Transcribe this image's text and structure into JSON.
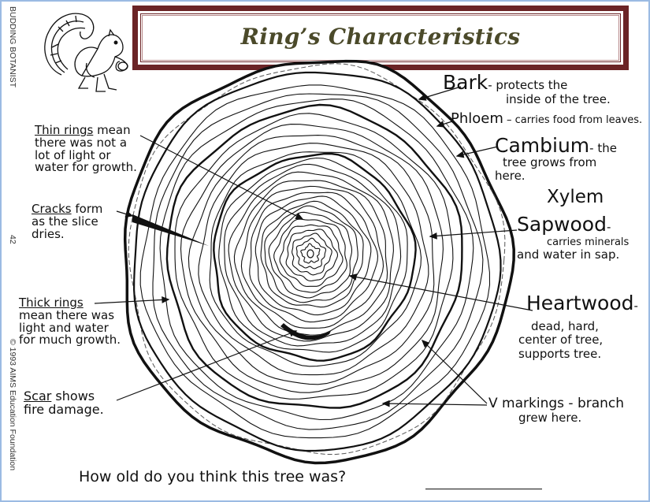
{
  "sidebar": {
    "series_label": "BUDDING  BOTANIST",
    "page_number": "42",
    "copyright": "© 1993 AIMS Education Foundation"
  },
  "header": {
    "title": "Ring’s Characteristics",
    "mascot_icon": "squirrel-illustration"
  },
  "colors": {
    "frame": "#6b2426",
    "title_text": "#4b4a2a",
    "page_border": "#9bbbe3"
  },
  "labels_left": {
    "thin_rings": {
      "term": "Thin rings",
      "lines": [
        " mean",
        "there was not a",
        "lot of light or",
        "water for growth."
      ]
    },
    "cracks": {
      "term": "Cracks",
      "lines": [
        " form",
        "as the slice",
        "dries."
      ]
    },
    "thick_rings": {
      "term": "Thick rings",
      "lines": [
        "mean there was",
        "light and water",
        "for much growth."
      ]
    },
    "scar": {
      "term": "Scar",
      "lines": [
        " shows",
        "fire damage."
      ]
    }
  },
  "labels_right": {
    "bark": {
      "term": "Bark",
      "lines": [
        "- protects the",
        "inside of the tree."
      ]
    },
    "phloem": {
      "term": "Phloem",
      "lines": [
        " – carries food from leaves."
      ]
    },
    "cambium": {
      "term": "Cambium",
      "lines": [
        "- the",
        "tree grows from",
        "here."
      ]
    },
    "xylem": {
      "term": "Xylem"
    },
    "sapwood": {
      "term": "Sapwood",
      "lines": [
        "-",
        "carries minerals",
        "and water in sap."
      ]
    },
    "heartwood": {
      "term": "Heartwood",
      "lines": [
        "-",
        "dead, hard,",
        "center of tree,",
        "supports tree."
      ]
    },
    "v_markings": {
      "term": "V markings",
      "lines": [
        " - branch",
        "grew here."
      ]
    }
  },
  "question": {
    "text": "How old do you think this tree was?",
    "answer": ""
  }
}
